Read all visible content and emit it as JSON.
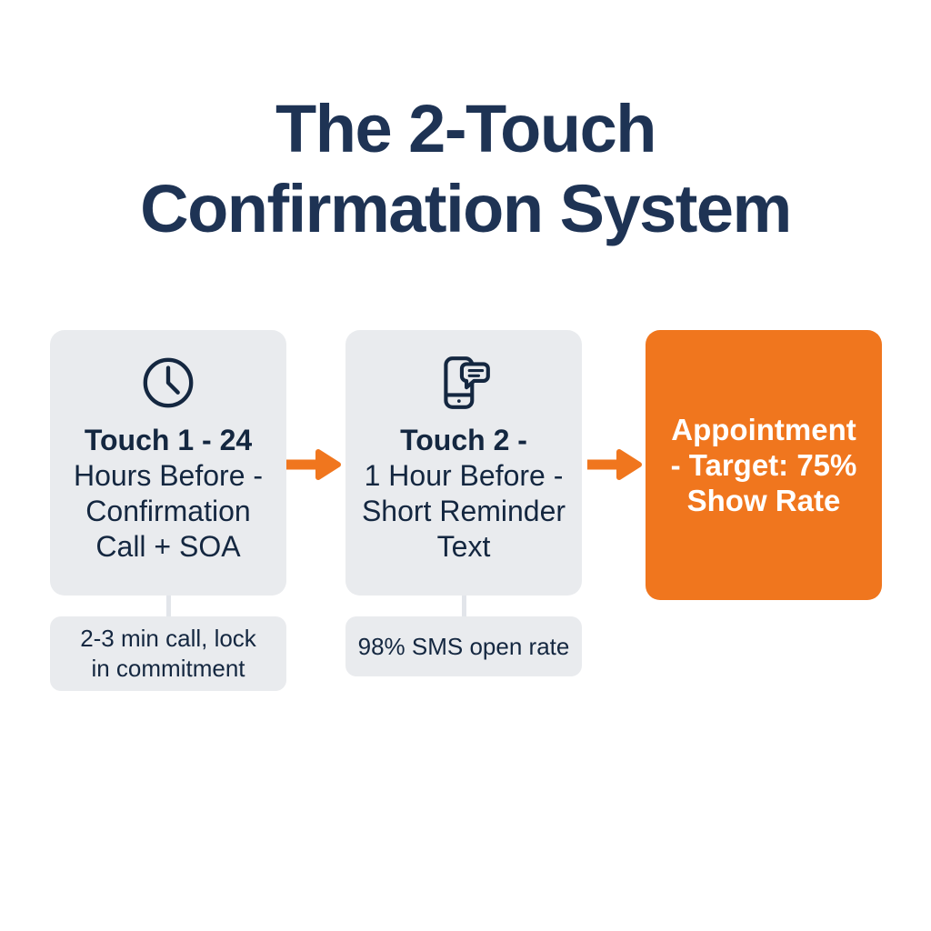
{
  "title": {
    "line1": "The 2-Touch",
    "line2": "Confirmation System"
  },
  "colors": {
    "navy": "#1e3354",
    "text_navy": "#142740",
    "box_gray": "#e9ebee",
    "orange": "#f0761e",
    "connector_gray": "#e2e5ea",
    "white": "#ffffff"
  },
  "steps": [
    {
      "icon": "clock-icon",
      "heading_bold": "Touch 1 - 24",
      "heading_lines": [
        "Hours Before -",
        "Confirmation",
        "Call + SOA"
      ],
      "note_lines": [
        "2-3 min call, lock",
        "in commitment"
      ]
    },
    {
      "icon": "phone-message-icon",
      "heading_bold": "Touch 2 -",
      "heading_lines": [
        "1 Hour Before -",
        "Short Reminder",
        "Text"
      ],
      "note_lines": [
        "98% SMS open rate"
      ]
    }
  ],
  "result": {
    "lines": [
      "Appointment",
      "- Target: 75%",
      "Show Rate"
    ]
  }
}
